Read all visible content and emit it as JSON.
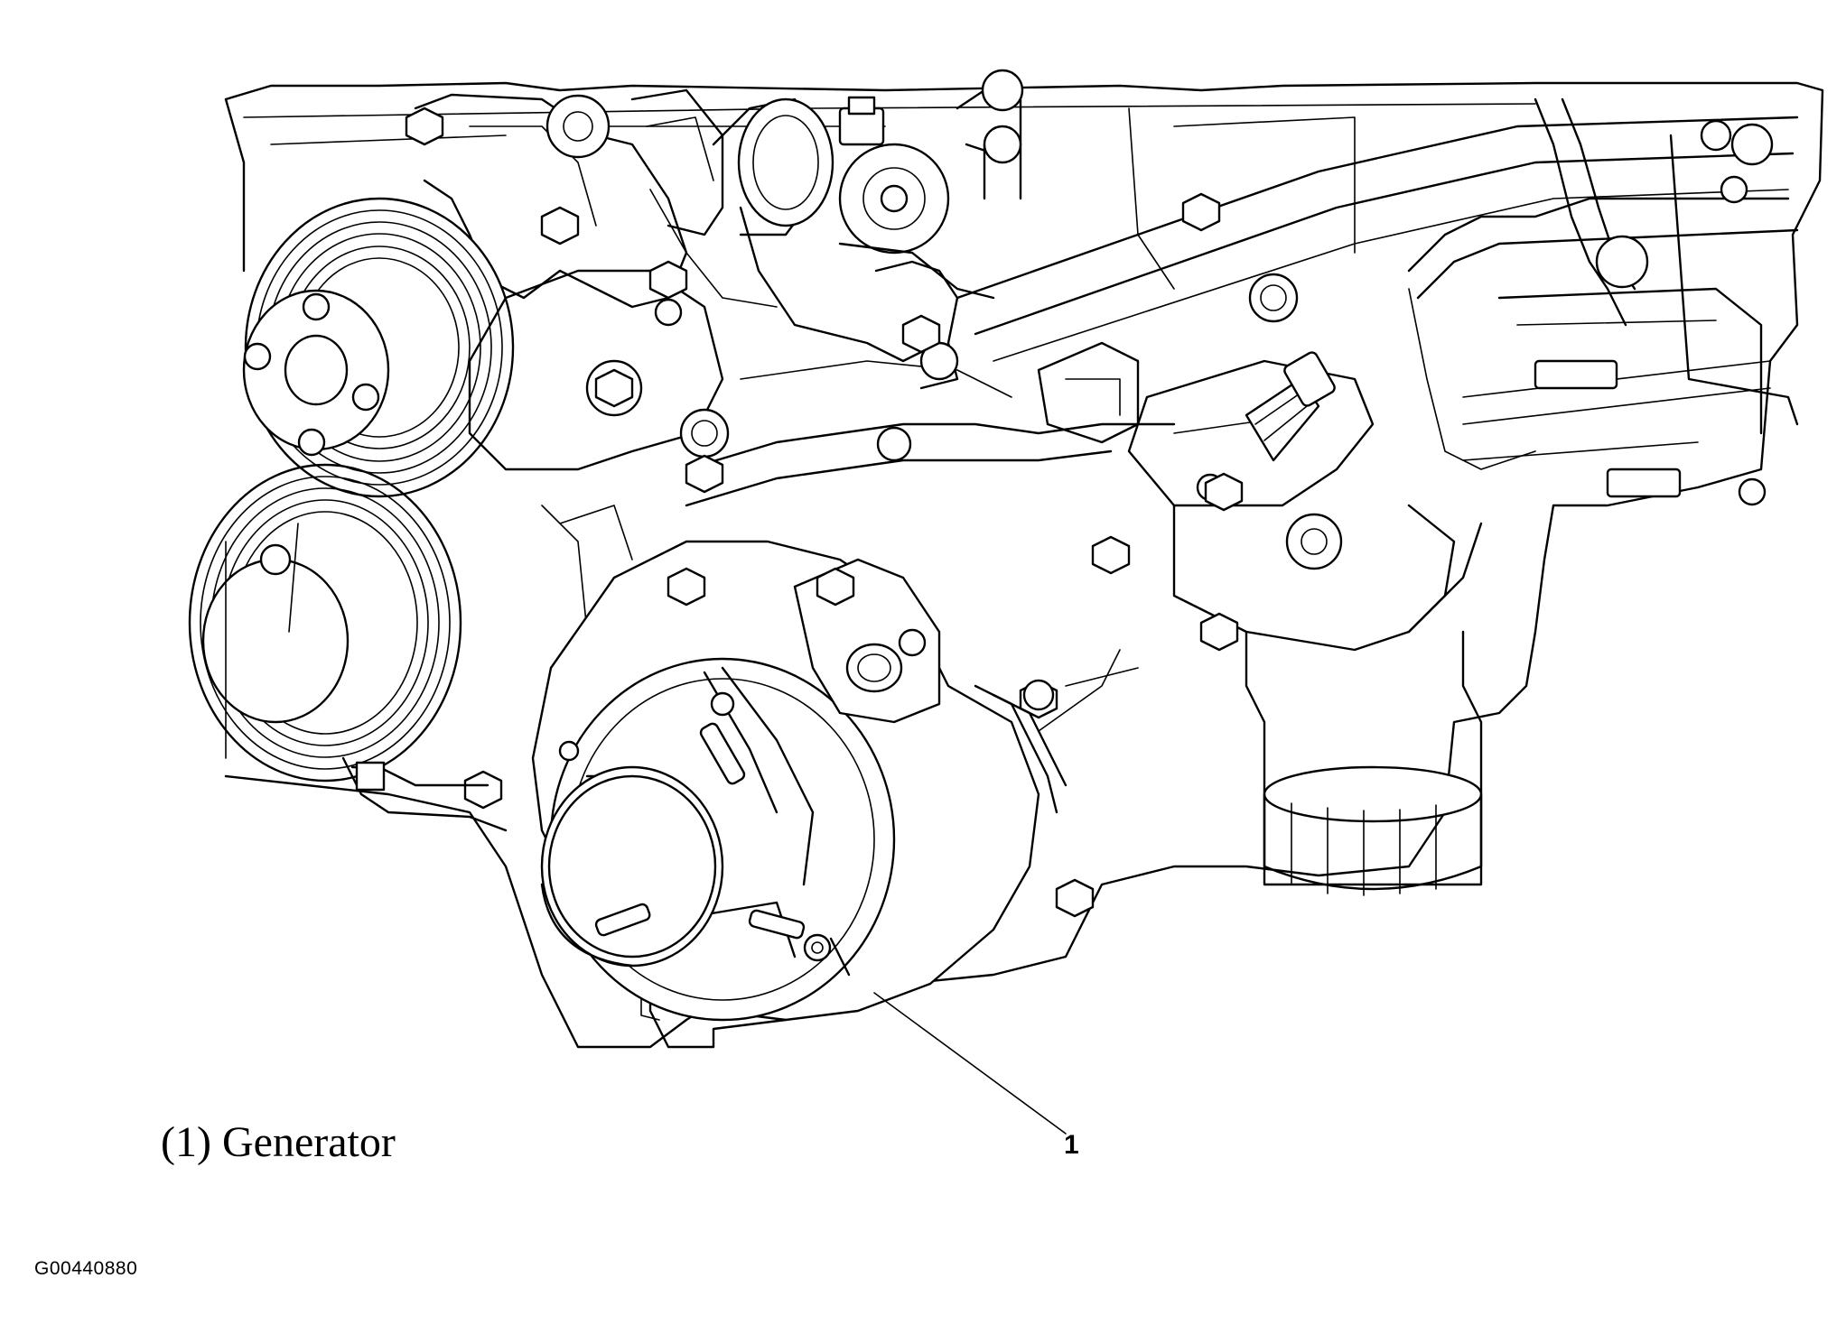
{
  "legend": {
    "items": [
      {
        "number": "1",
        "label": "(1) Generator"
      }
    ]
  },
  "callouts": [
    {
      "number": "1",
      "target": "generator"
    }
  ],
  "figure_id": "G00440880",
  "icons": [
    "engine-illustration",
    "generator-illustration",
    "leader-line"
  ]
}
